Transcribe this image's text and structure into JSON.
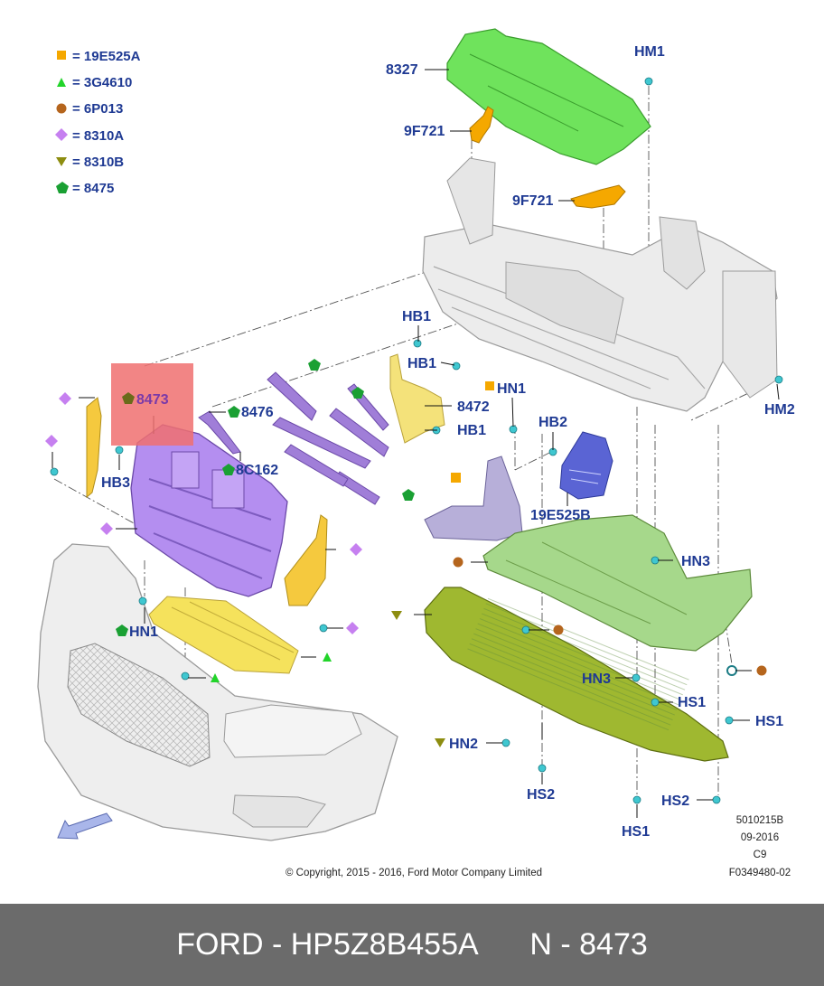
{
  "legend": [
    {
      "symbol": "square",
      "color": "#f5a800",
      "text": "= 19E525A"
    },
    {
      "symbol": "triangle",
      "color": "#22d42a",
      "text": "= 3G4610"
    },
    {
      "symbol": "circle",
      "color": "#b5651d",
      "text": "= 6P013"
    },
    {
      "symbol": "diamond",
      "color": "#c680f0",
      "text": "= 8310A"
    },
    {
      "symbol": "triangle-down",
      "color": "#8d8d10",
      "text": "= 8310B"
    },
    {
      "symbol": "pentagon",
      "color": "#1aa033",
      "text": "= 8475"
    }
  ],
  "callouts": {
    "c8327": "8327",
    "hm1": "HM1",
    "c9f721a": "9F721",
    "c9f721b": "9F721",
    "hb1a": "HB1",
    "hb1b": "HB1",
    "hb1c": "HB1",
    "hn1top": "HN1",
    "hb2": "HB2",
    "c8472": "8472",
    "c8473": "8473",
    "c8476": "8476",
    "hb3": "HB3",
    "c8c162": "8C162",
    "c19e525b": "19E525B",
    "hm2": "HM2",
    "hn3a": "HN3",
    "hn1": "HN1",
    "hn3b": "HN3",
    "hs1a": "HS1",
    "hs1b": "HS1",
    "hn2": "HN2",
    "hs2a": "HS2",
    "hs2b": "HS2",
    "hs1c": "HS1"
  },
  "doc_info": {
    "line1": "5010215B",
    "line2": "09-2016",
    "line3": "C9",
    "line4": "F0349480-02"
  },
  "copyright": "© Copyright, 2015 - 2016, Ford Motor Company Limited",
  "footer": {
    "left": "FORD - HP5Z8B455A",
    "right": "N - 8473"
  },
  "colors": {
    "highlight": "#f07070",
    "callout_text": "#1f3a93",
    "footer_bg": "#6b6b6b"
  }
}
